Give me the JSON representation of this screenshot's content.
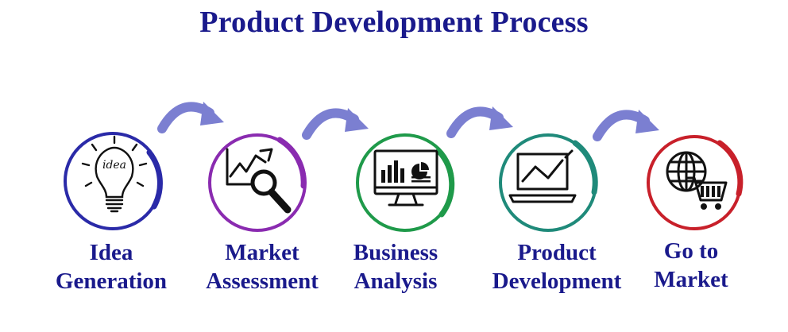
{
  "title": "Product Development Process",
  "steps": [
    {
      "line1": "Idea",
      "line2": "Generation",
      "icon": "lightbulb-idea-icon",
      "bulb_text": "idea",
      "color": "#2a2aa8"
    },
    {
      "line1": "Market",
      "line2": "Assessment",
      "icon": "chart-magnifier-icon",
      "color": "#8a2bb0"
    },
    {
      "line1": "Business",
      "line2": "Analysis",
      "icon": "monitor-dashboard-icon",
      "color": "#1f9a4a"
    },
    {
      "line1": "Product",
      "line2": "Development",
      "icon": "laptop-chart-icon",
      "color": "#1f8a7a"
    },
    {
      "line1": "Go to",
      "line2": "Market",
      "icon": "globe-cart-icon",
      "color": "#c8202a"
    }
  ],
  "arrow_color": "#7b7fd1",
  "text_color": "#1a1a8c"
}
